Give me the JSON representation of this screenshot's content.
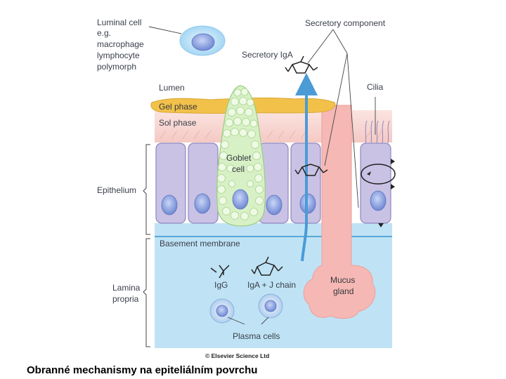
{
  "labels": {
    "luminal_cell": [
      "Luminal cell",
      "e.g.",
      "macrophage",
      "lymphocyte",
      "polymorph"
    ],
    "secretory_component": "Secretory component",
    "secretory_iga": "Secretory IgA",
    "cilia": "Cilia",
    "lumen": "Lumen",
    "gel_phase": "Gel phase",
    "sol_phase": "Sol phase",
    "goblet_cell": [
      "Goblet",
      "cell"
    ],
    "epithelium": "Epithelium",
    "basement_membrane": "Basement membrane",
    "lamina_propria": [
      "Lamina",
      "propria"
    ],
    "igg": "IgG",
    "iga_j_chain": "IgA + J chain",
    "mucus_gland": [
      "Mucus",
      "gland"
    ],
    "plasma_cells": "Plasma cells"
  },
  "copyright": "© Elsevier Science Ltd",
  "caption": "Obranné mechanismy na epiteliálním povrchu",
  "colors": {
    "lamina_propria": "#bfe3f5",
    "sol_phase": "#f7d6d2",
    "gel_phase": "#f2c14a",
    "epithelial_cell": "#c9c2e4",
    "nucleus": "#7d94d6",
    "goblet_cell": "#d8f0c6",
    "mucus_gland": "#f6b8b4",
    "arrow": "#4a9bd6"
  }
}
